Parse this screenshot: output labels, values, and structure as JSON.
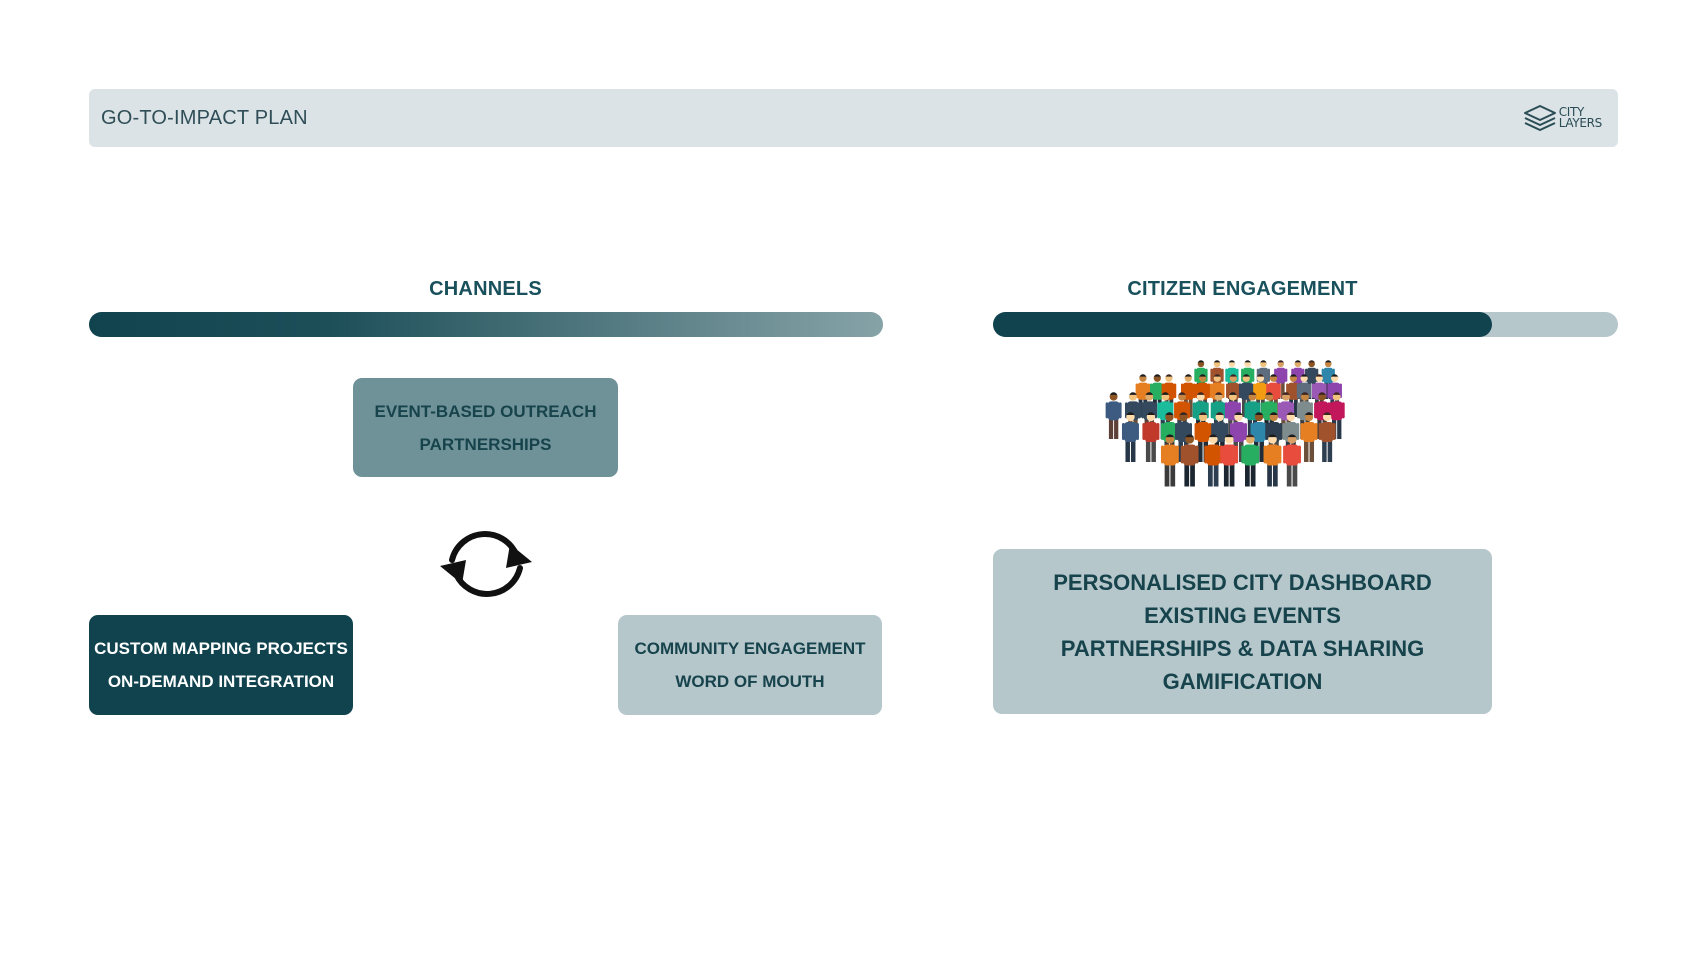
{
  "header": {
    "title": "GO-TO-IMPACT PLAN",
    "logo_line1": "CITY",
    "logo_line2": "LAYERS"
  },
  "channels": {
    "label": "CHANNELS",
    "progress_fill_percent": 100,
    "outreach": {
      "line1": "EVENT-BASED OUTREACH",
      "line2": "PARTNERSHIPS"
    },
    "custom": {
      "line1": "CUSTOM MAPPING PROJECTS",
      "line2": "ON-DEMAND INTEGRATION"
    },
    "community": {
      "line1": "COMMUNITY ENGAGEMENT",
      "line2": "WORD OF MOUTH"
    }
  },
  "citizen": {
    "label": "CITIZEN ENGAGEMENT",
    "items": [
      "PERSONALISED CITY DASHBOARD",
      "EXISTING EVENTS",
      "PARTNERSHIPS & DATA SHARING",
      "GAMIFICATION"
    ]
  },
  "icons": {
    "cycle": "refresh-cycle-icon",
    "crowd": "people-crowd-icon",
    "logo": "stacked-layers-icon"
  },
  "colors": {
    "dark_teal": "#10434e",
    "mid_teal": "#6f9298",
    "light_teal": "#b5c7cb",
    "header_bg": "#dce3e6",
    "label_text": "#18505b"
  }
}
